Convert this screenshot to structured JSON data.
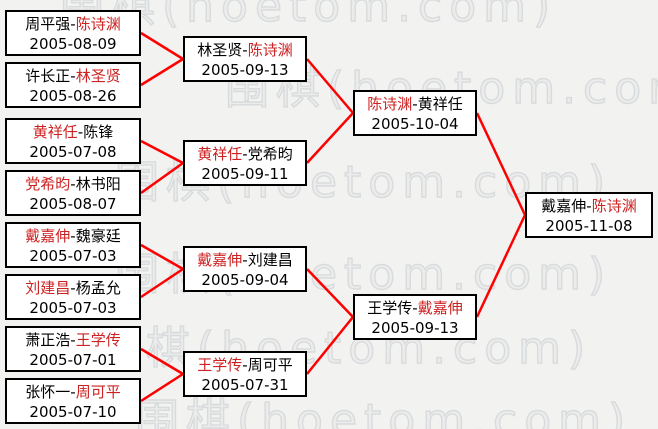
{
  "watermark": {
    "text": "围棋(hoetom.com)"
  },
  "separator": "-",
  "colors": {
    "line": "#ff0000",
    "winner": "#cc2222",
    "normal": "#000000"
  },
  "rounds": [
    {
      "matches": [
        {
          "p1": "周平强",
          "p1_color": "#000000",
          "p2": "陈诗渊",
          "p2_color": "#cc2222",
          "date": "2005-08-09"
        },
        {
          "p1": "许长正",
          "p1_color": "#000000",
          "p2": "林圣贤",
          "p2_color": "#cc2222",
          "date": "2005-08-26"
        },
        {
          "p1": "黄祥任",
          "p1_color": "#cc2222",
          "p2": "陈锋",
          "p2_color": "#000000",
          "date": "2005-07-08"
        },
        {
          "p1": "党希昀",
          "p1_color": "#cc2222",
          "p2": "林书阳",
          "p2_color": "#000000",
          "date": "2005-08-07"
        },
        {
          "p1": "戴嘉伸",
          "p1_color": "#cc2222",
          "p2": "魏豪廷",
          "p2_color": "#000000",
          "date": "2005-07-03"
        },
        {
          "p1": "刘建昌",
          "p1_color": "#cc2222",
          "p2": "杨孟允",
          "p2_color": "#000000",
          "date": "2005-07-03"
        },
        {
          "p1": "萧正浩",
          "p1_color": "#000000",
          "p2": "王学传",
          "p2_color": "#cc2222",
          "date": "2005-07-01"
        },
        {
          "p1": "张怀一",
          "p1_color": "#000000",
          "p2": "周可平",
          "p2_color": "#cc2222",
          "date": "2005-07-10"
        }
      ]
    },
    {
      "matches": [
        {
          "p1": "林圣贤",
          "p1_color": "#000000",
          "p2": "陈诗渊",
          "p2_color": "#cc2222",
          "date": "2005-09-13"
        },
        {
          "p1": "黄祥任",
          "p1_color": "#cc2222",
          "p2": "党希昀",
          "p2_color": "#000000",
          "date": "2005-09-11"
        },
        {
          "p1": "戴嘉伸",
          "p1_color": "#cc2222",
          "p2": "刘建昌",
          "p2_color": "#000000",
          "date": "2005-09-04"
        },
        {
          "p1": "王学传",
          "p1_color": "#cc2222",
          "p2": "周可平",
          "p2_color": "#000000",
          "date": "2005-07-31"
        }
      ]
    },
    {
      "matches": [
        {
          "p1": "陈诗渊",
          "p1_color": "#cc2222",
          "p2": "黄祥任",
          "p2_color": "#000000",
          "date": "2005-10-04"
        },
        {
          "p1": "王学传",
          "p1_color": "#000000",
          "p2": "戴嘉伸",
          "p2_color": "#cc2222",
          "date": "2005-09-13"
        }
      ]
    },
    {
      "matches": [
        {
          "p1": "戴嘉伸",
          "p1_color": "#000000",
          "p2": "陈诗渊",
          "p2_color": "#cc2222",
          "date": "2005-11-08"
        }
      ]
    }
  ]
}
